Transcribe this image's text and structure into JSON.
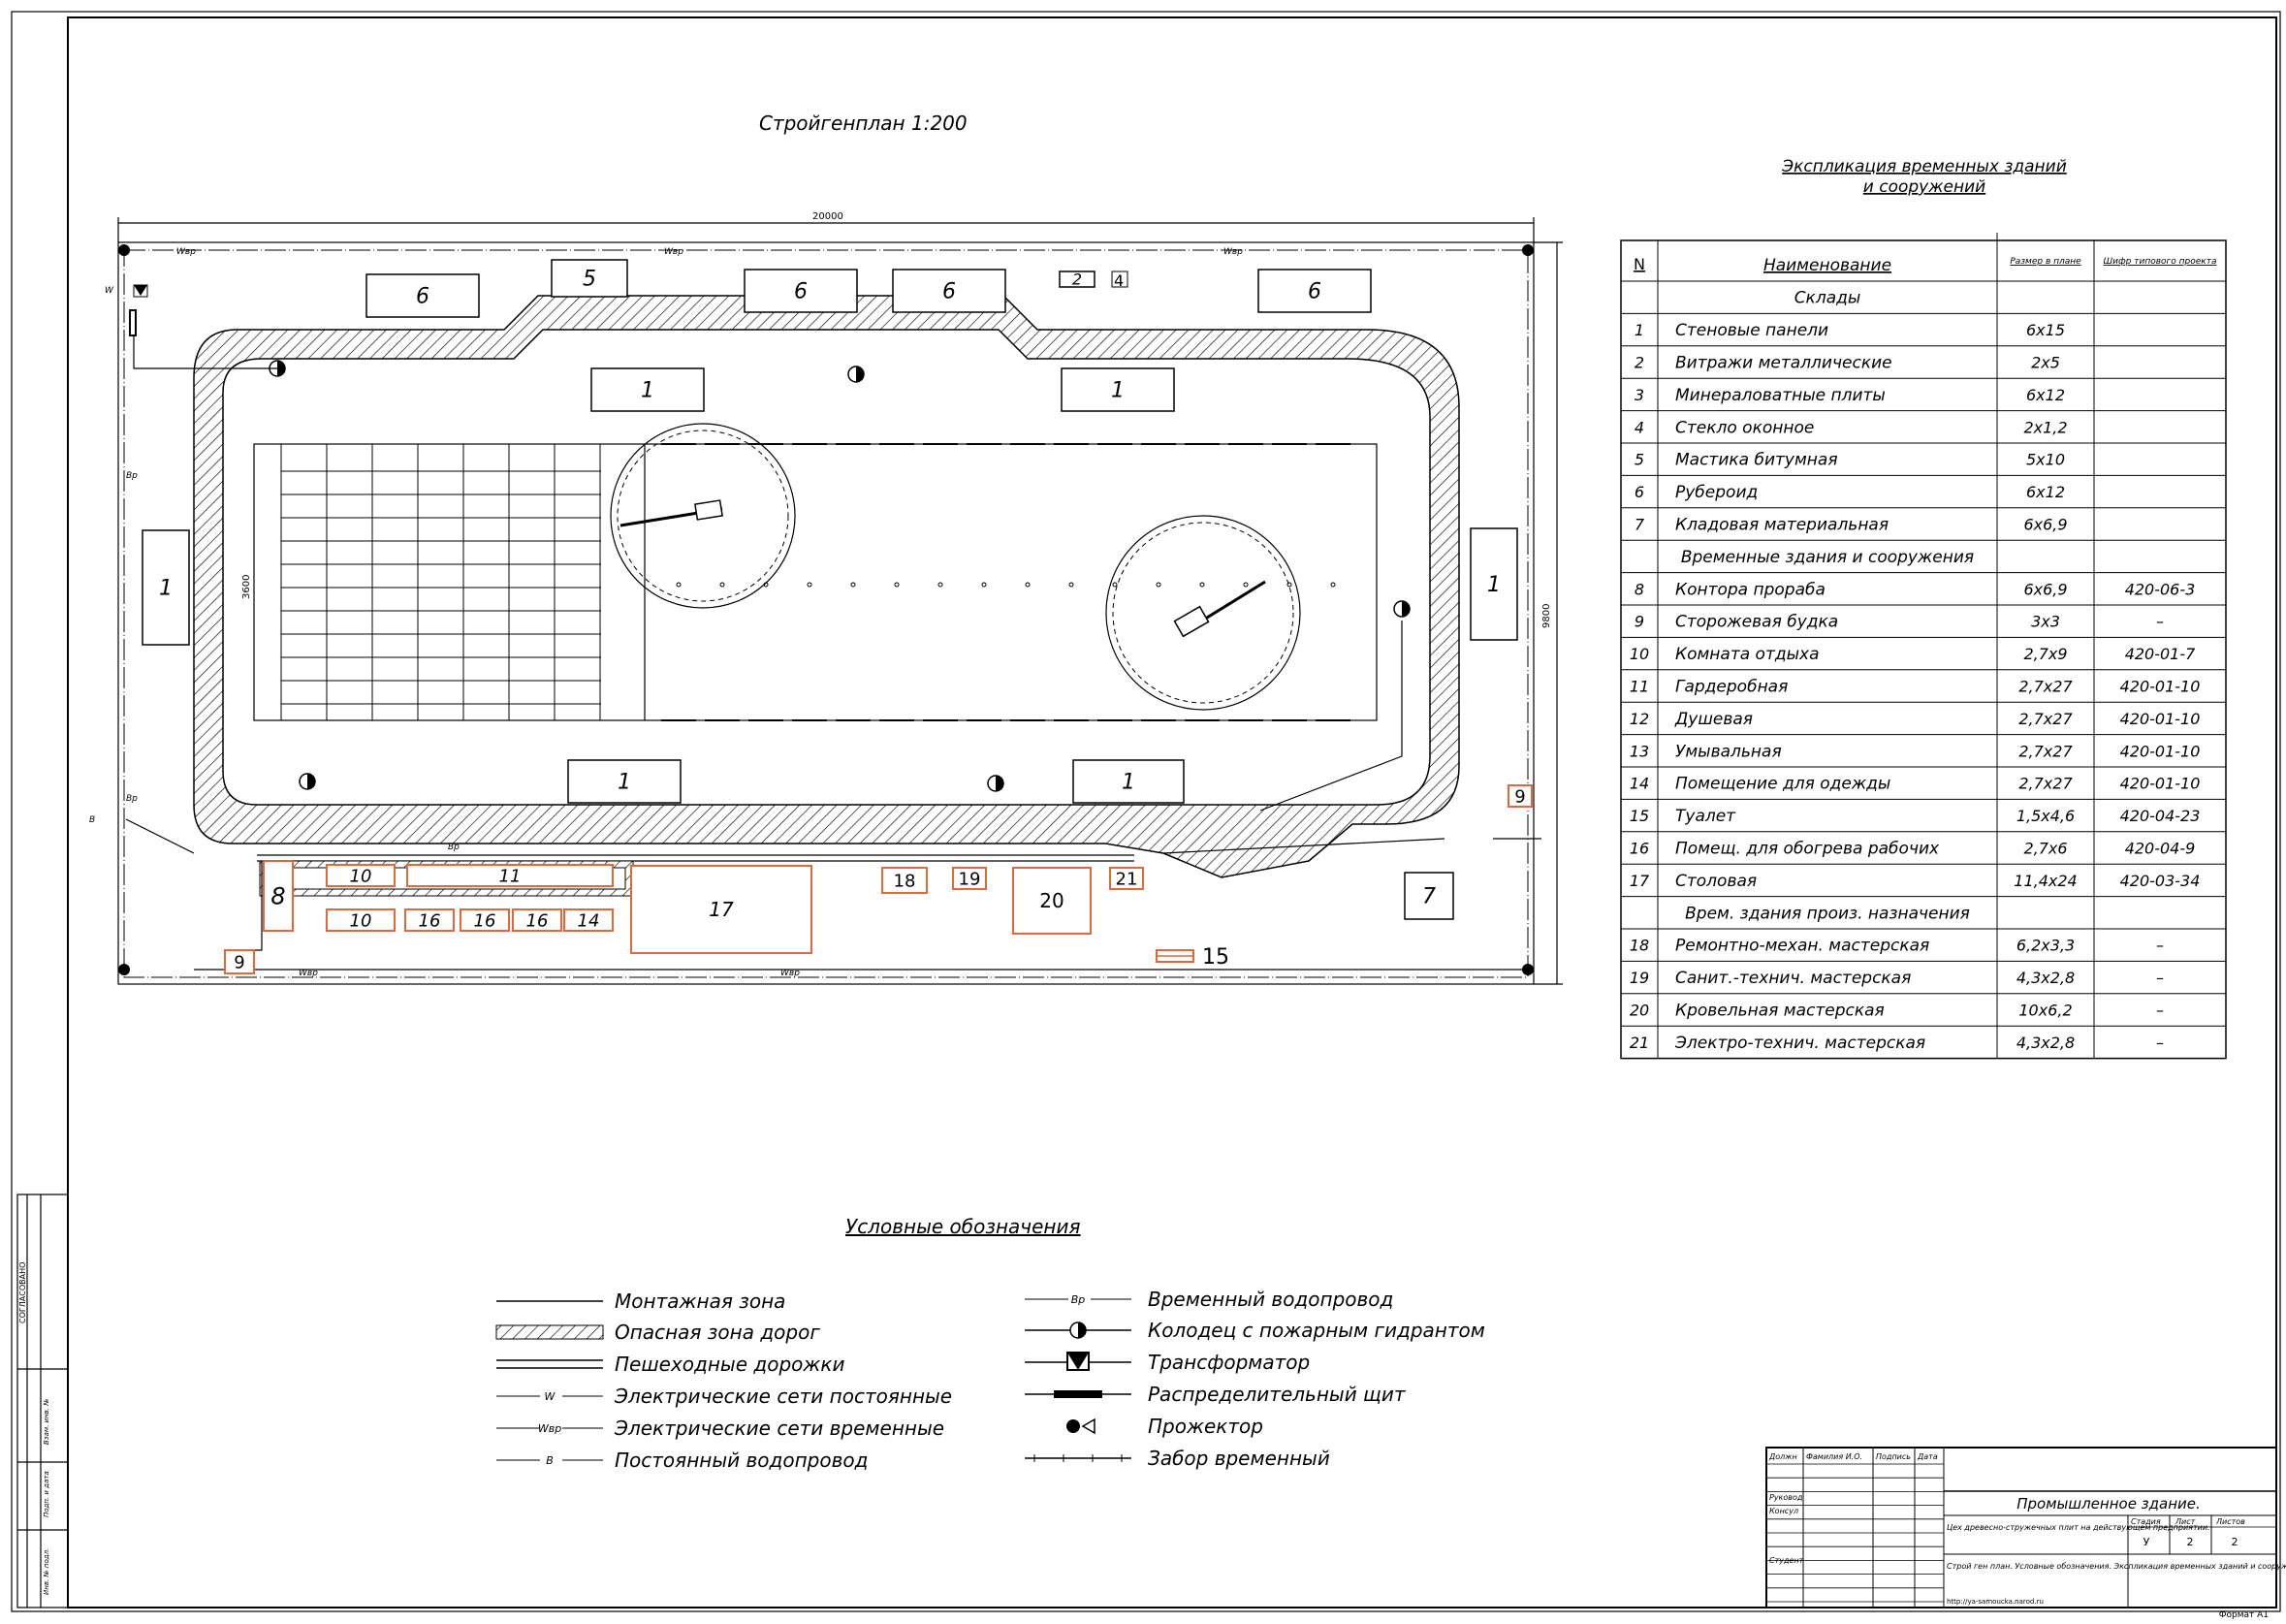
{
  "plan": {
    "title": "Стройгенплан   1:200",
    "dim_width": "20000",
    "dim_height": "9800",
    "dim_building": "3600",
    "blocks": {
      "warehouse": "1",
      "store2": "2",
      "store4": "4",
      "store5": "5",
      "store6": "6",
      "shed7": "7",
      "office8": "8",
      "booth9": "9",
      "rest10": "10",
      "wardrobe11": "11",
      "dress14": "14",
      "toilet15": "15",
      "heat16": "16",
      "canteen17": "17",
      "shop18": "18",
      "shop19": "19",
      "shop20": "20",
      "shop21": "21"
    },
    "network_labels": {
      "wvr": "Wвр",
      "w": "W",
      "v": "В",
      "vvr": "Вр"
    }
  },
  "explication": {
    "title_line1": "Экспликация временных зданий",
    "title_line2": "и сооружений",
    "headers": [
      "N",
      "Наименование",
      "Размер в плане",
      "Шифр типового проекта"
    ],
    "rows": [
      {
        "n": "",
        "name": "Склады",
        "size": "",
        "code": ""
      },
      {
        "n": "1",
        "name": "Стеновые панели",
        "size": "6x15",
        "code": ""
      },
      {
        "n": "2",
        "name": "Витражи металлические",
        "size": "2x5",
        "code": ""
      },
      {
        "n": "3",
        "name": "Минераловатные плиты",
        "size": "6x12",
        "code": ""
      },
      {
        "n": "4",
        "name": "Стекло оконное",
        "size": "2x1,2",
        "code": ""
      },
      {
        "n": "5",
        "name": "Мастика битумная",
        "size": "5x10",
        "code": ""
      },
      {
        "n": "6",
        "name": "Рубероид",
        "size": "6x12",
        "code": ""
      },
      {
        "n": "7",
        "name": "Кладовая материальная",
        "size": "6x6,9",
        "code": ""
      },
      {
        "n": "",
        "name": "Временные здания и сооружения",
        "size": "",
        "code": ""
      },
      {
        "n": "8",
        "name": "Контора прораба",
        "size": "6x6,9",
        "code": "420-06-3"
      },
      {
        "n": "9",
        "name": "Сторожевая будка",
        "size": "3x3",
        "code": "–"
      },
      {
        "n": "10",
        "name": "Комната отдыха",
        "size": "2,7x9",
        "code": "420-01-7"
      },
      {
        "n": "11",
        "name": "Гардеробная",
        "size": "2,7x27",
        "code": "420-01-10"
      },
      {
        "n": "12",
        "name": "Душевая",
        "size": "2,7x27",
        "code": "420-01-10"
      },
      {
        "n": "13",
        "name": "Умывальная",
        "size": "2,7x27",
        "code": "420-01-10"
      },
      {
        "n": "14",
        "name": "Помещение для одежды",
        "size": "2,7x27",
        "code": "420-01-10"
      },
      {
        "n": "15",
        "name": "Туалет",
        "size": "1,5x4,6",
        "code": "420-04-23"
      },
      {
        "n": "16",
        "name": "Помещ. для обогрева рабочих",
        "size": "2,7x6",
        "code": "420-04-9"
      },
      {
        "n": "17",
        "name": "Столовая",
        "size": "11,4x24",
        "code": "420-03-34"
      },
      {
        "n": "",
        "name": "Врем. здания произ. назначения",
        "size": "",
        "code": ""
      },
      {
        "n": "18",
        "name": "Ремонтно-механ. мастерская",
        "size": "6,2x3,3",
        "code": "–"
      },
      {
        "n": "19",
        "name": "Санит.-технич. мастерская",
        "size": "4,3x2,8",
        "code": "–"
      },
      {
        "n": "20",
        "name": "Кровельная мастерская",
        "size": "10x6,2",
        "code": "–"
      },
      {
        "n": "21",
        "name": "Электро-технич. мастерская",
        "size": "4,3x2,8",
        "code": "–"
      }
    ]
  },
  "legend": {
    "title": "Условные обозначения",
    "left": [
      {
        "key": "mount",
        "label": "Монтажная зона",
        "tag": ""
      },
      {
        "key": "danger",
        "label": "Опасная зона дорог",
        "tag": ""
      },
      {
        "key": "walk",
        "label": "Пешеходные дорожки",
        "tag": ""
      },
      {
        "key": "elperm",
        "label": "Электрические сети постоянные",
        "tag": "W"
      },
      {
        "key": "eltemp",
        "label": "Электрические сети временные",
        "tag": "Wвр"
      },
      {
        "key": "water",
        "label": "Постоянный водопровод",
        "tag": "В"
      }
    ],
    "right": [
      {
        "key": "tmpwater",
        "label": "Временный водопровод",
        "tag": "Вр"
      },
      {
        "key": "hydrant",
        "label": "Колодец с пожарным гидрантом",
        "tag": ""
      },
      {
        "key": "transf",
        "label": "Трансформатор",
        "tag": ""
      },
      {
        "key": "panel",
        "label": "Распределительный щит",
        "tag": ""
      },
      {
        "key": "projector",
        "label": "Прожектор",
        "tag": ""
      },
      {
        "key": "fence",
        "label": "Забор временный",
        "tag": ""
      }
    ]
  },
  "side_stamp": {
    "agreed": "СОГЛАСОВАНО",
    "f1": "Взам. инв. №",
    "f2": "Подп. и дата",
    "f3": "Инв. № подл."
  },
  "title_block": {
    "cols": [
      "Должн",
      "Фамилия И.О.",
      "Подпись",
      "Дата"
    ],
    "roles": [
      "Руковод",
      "Консул",
      "Студент"
    ],
    "project": "Промышленное здание.",
    "desc1": "Цех древесно-стружечных плит на действующем предприятии.",
    "desc2": "Строй ген план. Условные обозначения. Экспликация временных зданий и сооружений. ТЭП.",
    "stage_label": "Стадия",
    "sheet_label": "Лист",
    "sheets_label": "Листов",
    "stage": "У",
    "sheet": "2",
    "sheets": "2",
    "site": "http://ya-samoucka.narod.ru",
    "format": "Формат А1"
  }
}
